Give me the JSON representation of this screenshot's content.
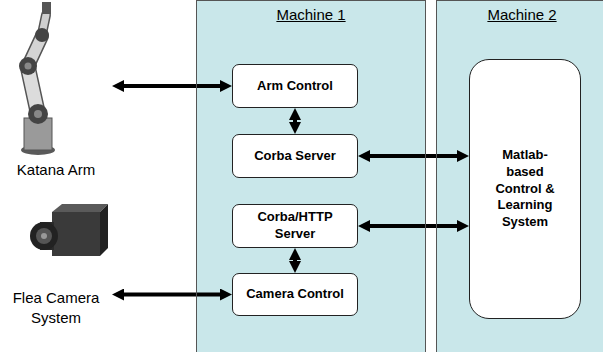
{
  "diagram": {
    "nodes": [
      {
        "text": [
          "Katana Arm"
        ]
      },
      {
        "text": [
          "Machine 1"
        ]
      },
      {
        "text": [
          "Arm Control"
        ],
        "in": 1
      },
      {
        "text": [
          "Corba Server"
        ],
        "in": 1
      },
      {
        "text": [
          "Corba/HTTP Server"
        ],
        "in": 1
      },
      {
        "text": [
          "Camera Control"
        ],
        "in": 1
      },
      {
        "text": [
          "Flea Camera System"
        ]
      },
      {
        "text": [
          "Machine 2"
        ]
      },
      {
        "text": [
          "Matlab- based Control & Learning System"
        ],
        "in": 7
      }
    ],
    "edges": [
      {
        "from": 0,
        "to": 2,
        "arrow": "both"
      },
      {
        "from": 2,
        "to": 3,
        "arrow": "both"
      },
      {
        "from": 3,
        "to": 8,
        "arrow": "both"
      },
      {
        "from": 4,
        "to": 8,
        "arrow": "both"
      },
      {
        "from": 4,
        "to": 5,
        "arrow": "both"
      },
      {
        "from": 6,
        "to": 5,
        "arrow": "both"
      }
    ]
  }
}
